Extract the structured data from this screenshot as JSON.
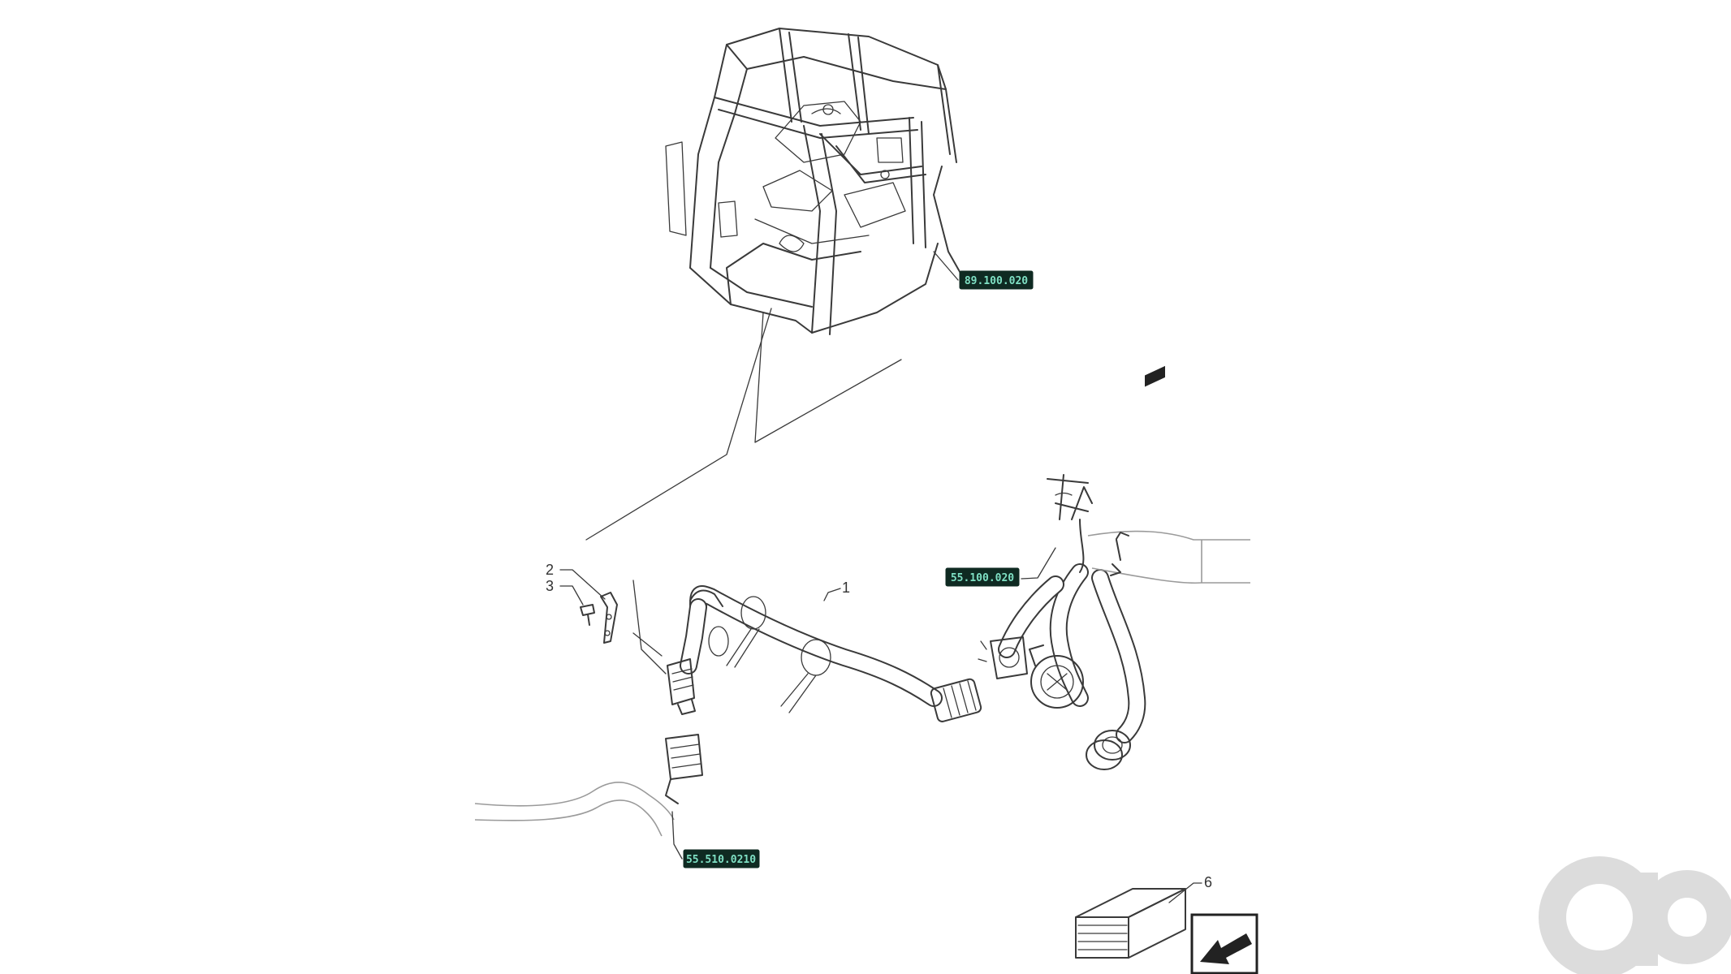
{
  "callouts": {
    "item_1": "1",
    "item_2": "2",
    "item_3": "3",
    "item_6": "6"
  },
  "references": {
    "cab_frame": "89.100.020",
    "harness_right": "55.100.020",
    "harness_bottom": "55.510.0210"
  },
  "icons": {
    "next_arrow": "arrow-left-down-icon",
    "watermark": "brand-watermark-logo"
  },
  "colors": {
    "line": "#3a3a3a",
    "reference_badge_bg": "#0f2a22",
    "reference_badge_text": "#7fe0c4",
    "watermark": "#dcdcdc"
  }
}
